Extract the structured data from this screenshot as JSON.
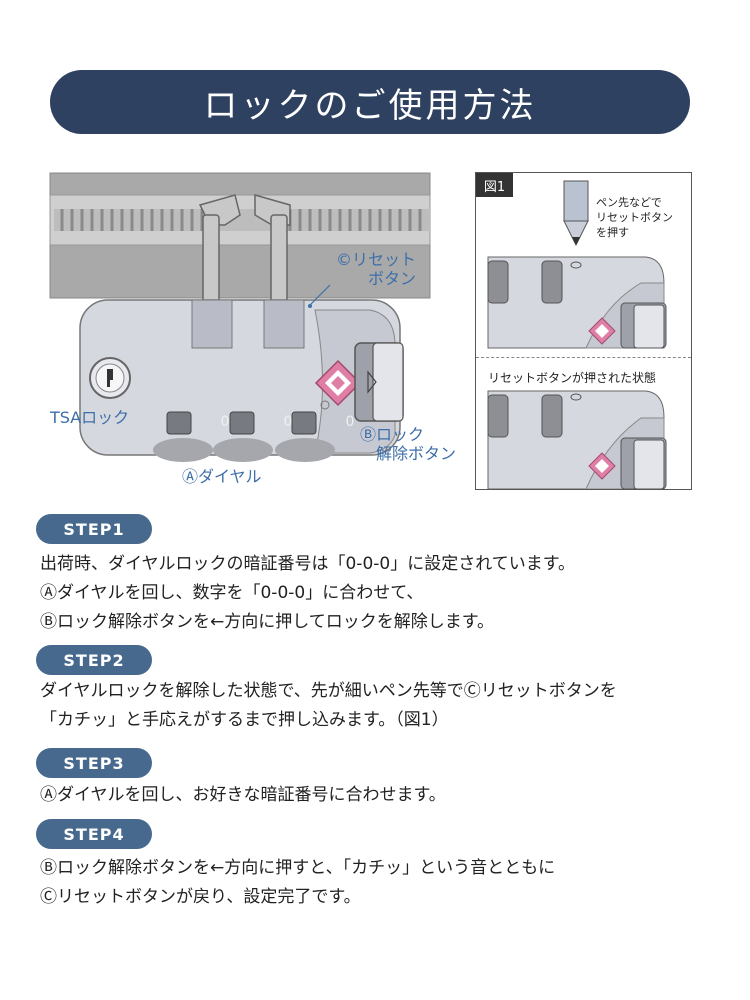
{
  "title": "ロックのご使用方法",
  "illustration": {
    "label_reset": [
      "©リセット",
      "ボタン"
    ],
    "label_tsa": "TSAロック",
    "label_release": [
      "Ⓑロック",
      "解除ボタン"
    ],
    "label_dial": "Ⓐダイヤル",
    "dial_digits": [
      "0",
      "0",
      "0"
    ]
  },
  "figure1": {
    "tag": "図1",
    "note_lines": [
      "ペン先などで",
      "リセットボタン",
      "を押す"
    ],
    "pressed_caption": "リセットボタンが押された状態"
  },
  "steps": [
    {
      "label": "STEP1",
      "lines": [
        "出荷時、ダイヤルロックの暗証番号は「0-0-0」に設定されています。",
        "Ⓐダイヤルを回し、数字を「0-0-0」に合わせて、",
        "Ⓑロック解除ボタンを←方向に押してロックを解除します。"
      ]
    },
    {
      "label": "STEP2",
      "lines": [
        "ダイヤルロックを解除した状態で、先が細いペン先等でⒸリセットボタンを",
        "「カチッ」と手応えがするまで押し込みます。（図1）"
      ]
    },
    {
      "label": "STEP3",
      "lines": [
        "Ⓐダイヤルを回し、お好きな暗証番号に合わせます。"
      ]
    },
    {
      "label": "STEP4",
      "lines": [
        "Ⓑロック解除ボタンを←方向に押すと、「カチッ」という音とともに",
        "Ⓒリセットボタンが戻り、設定完了です。"
      ]
    }
  ]
}
